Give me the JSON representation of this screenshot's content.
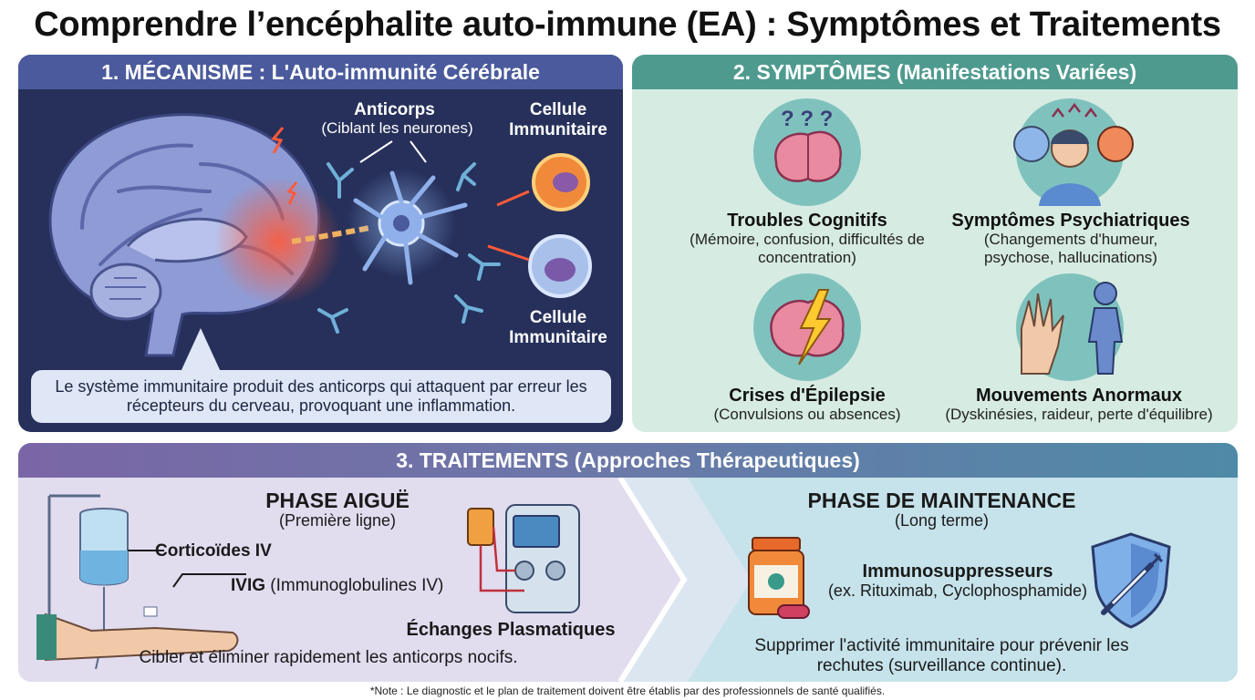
{
  "title": "Comprendre l’encéphalite auto-immune (EA) : Symptômes et Traitements",
  "mechanism": {
    "header": "1. MÉCANISME : L'Auto-immunité Cérébrale",
    "antibody_label": "Anticorps",
    "antibody_sub": "(Ciblant les neurones)",
    "immune_cell_label_1": "Cellule Immunitaire",
    "immune_cell_label_2": "Cellule Immunitaire",
    "caption": "Le système immunitaire produit des anticorps qui attaquent par erreur les récepteurs du cerveau, provoquant une inflammation."
  },
  "symptoms": {
    "header": "2. SYMPTÔMES (Manifestations Variées)",
    "items": [
      {
        "title": "Troubles Cognitifs",
        "sub": "(Mémoire, confusion, difficultés de concentration)"
      },
      {
        "title": "Symptômes Psychiatriques",
        "sub": "(Changements d'humeur, psychose, hallucinations)"
      },
      {
        "title": "Crises d'Épilepsie",
        "sub": "(Convulsions ou absences)"
      },
      {
        "title": "Mouvements Anormaux",
        "sub": "(Dyskinésies, raideur, perte d'équilibre)"
      }
    ]
  },
  "treatments": {
    "header": "3. TRAITEMENTS (Approches Thérapeutiques)",
    "acute": {
      "title": "PHASE AIGUË",
      "sub": "(Première ligne)",
      "corticoids": "Corticoïdes IV",
      "ivig": "IVIG",
      "ivig_sub": "(Immunoglobulines IV)",
      "plasma": "Échanges Plasmatiques",
      "caption": "Cibler et éliminer rapidement les anticorps nocifs."
    },
    "maintenance": {
      "title": "PHASE DE MAINTENANCE",
      "sub": "(Long terme)",
      "drug": "Immunosuppresseurs",
      "drug_sub": "(ex. Rituximab, Cyclophosphamide)",
      "caption": "Supprimer l'activité immunitaire pour prévenir les rechutes (surveillance continue)."
    }
  },
  "note": "*Note : Le diagnostic et le plan de traitement doivent être établis par des professionnels de santé qualifiés.",
  "colors": {
    "mechanism_bg": "#26305a",
    "symptoms_bg": "#d6ebe2",
    "treatments_bg": "#dbe6f1",
    "inflammation": "#ff4a2a"
  }
}
